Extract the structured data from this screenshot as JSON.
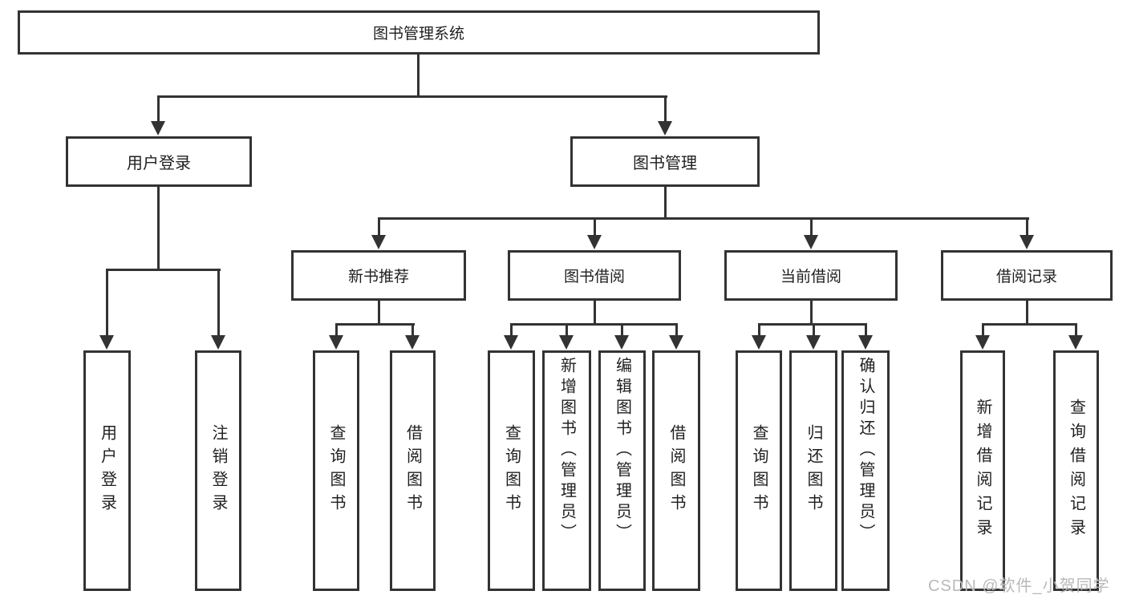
{
  "nodes": {
    "root": "图书管理系统",
    "user_login": "用户登录",
    "book_mgmt": "图书管理",
    "new_books": "新书推荐",
    "borrowing": "图书借阅",
    "current": "当前借阅",
    "records": "借阅记录"
  },
  "leaves": {
    "user_login": [
      "用户登录",
      "注销登录"
    ],
    "new_books": [
      "查询图书",
      "借阅图书"
    ],
    "borrowing": [
      "查询图书",
      "新增图书（管理员）",
      "编辑图书（管理员）",
      "借阅图书"
    ],
    "current": [
      "查询图书",
      "归还图书",
      "确认归还（管理员）"
    ],
    "records": [
      "新增借阅记录",
      "查询借阅记录"
    ]
  },
  "watermark": "CSDN @软件_小贺同学",
  "colors": {
    "line": "#333333",
    "text": "#1f1f1f",
    "background": "#ffffff",
    "watermark": "#b9b9b9"
  }
}
